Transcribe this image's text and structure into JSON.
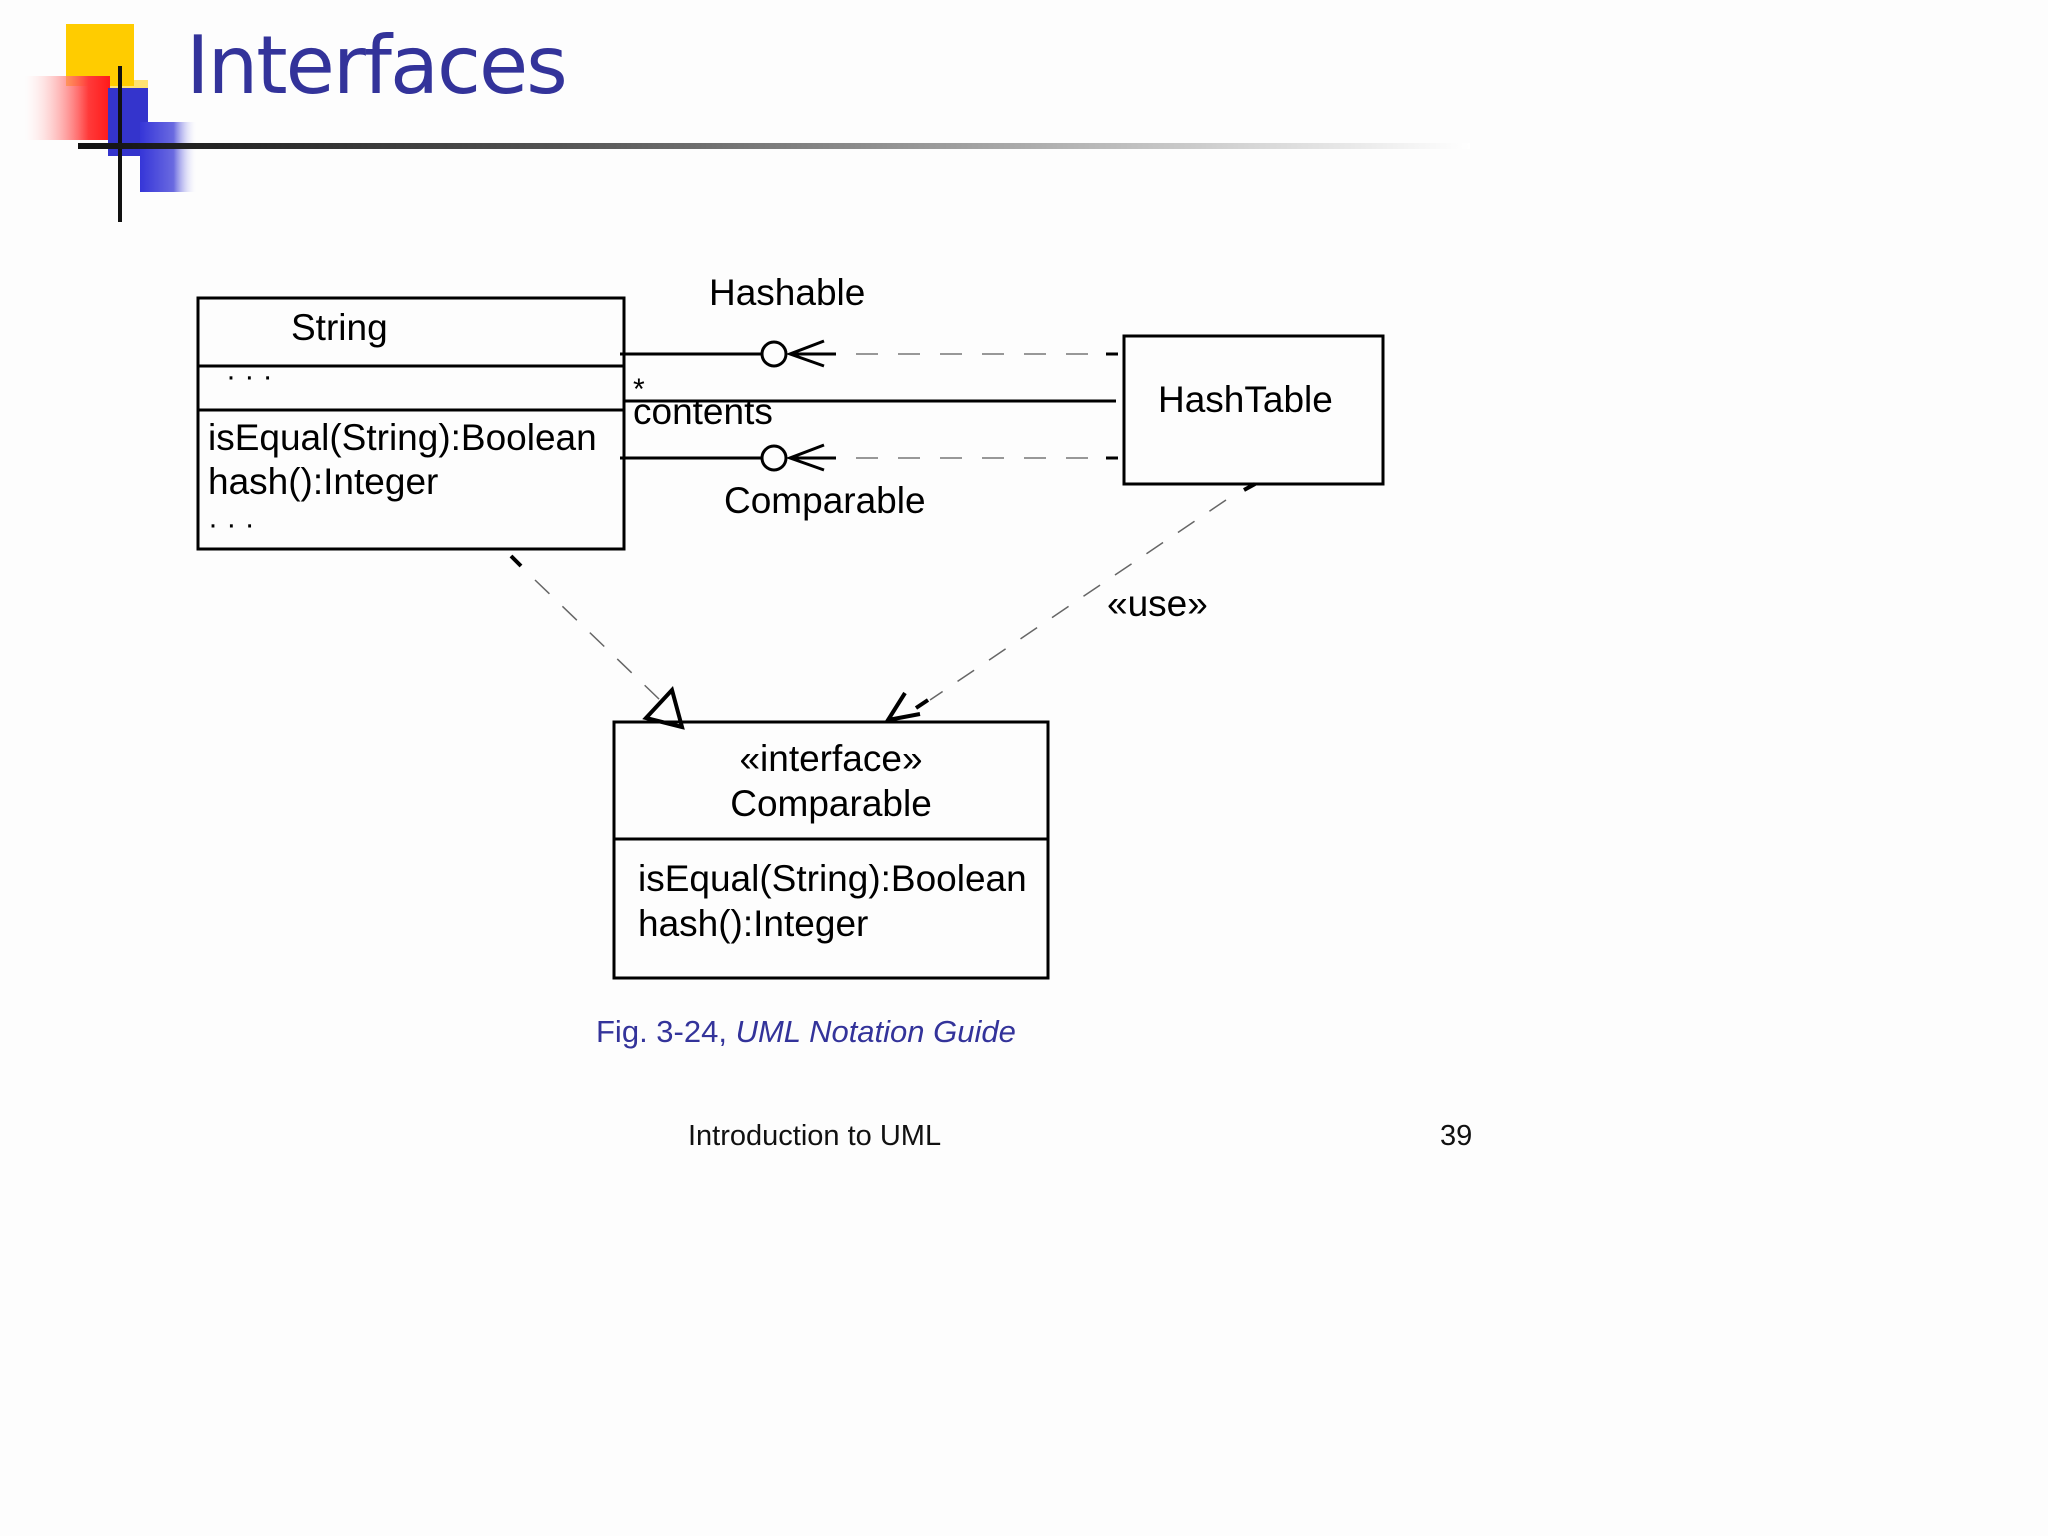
{
  "slide": {
    "title": "Interfaces",
    "caption_prefix": "Fig. 3-24, ",
    "caption_source": "UML Notation Guide",
    "footer_title": "Introduction to UML",
    "page_number": "39"
  },
  "diagram": {
    "string_class": {
      "name": "String",
      "attributes": "· · ·",
      "operations": [
        "isEqual(String):Boolean",
        "hash():Integer",
        "· · ·"
      ]
    },
    "hashtable_class": {
      "name": "HashTable"
    },
    "comparable_interface": {
      "stereotype": "«interface»",
      "name": "Comparable",
      "operations": [
        "isEqual(String):Boolean",
        "hash():Integer"
      ]
    },
    "lollipop_labels": {
      "hashable": "Hashable",
      "comparable": "Comparable"
    },
    "association": {
      "multiplicity": "*",
      "role": "contents"
    },
    "use_stereotype": "«use»"
  },
  "colors": {
    "title": "#33339a",
    "caption": "#33339a",
    "logo_yellow": "#ffcc00",
    "logo_red": "#ff3333",
    "logo_blue": "#3333cc"
  }
}
